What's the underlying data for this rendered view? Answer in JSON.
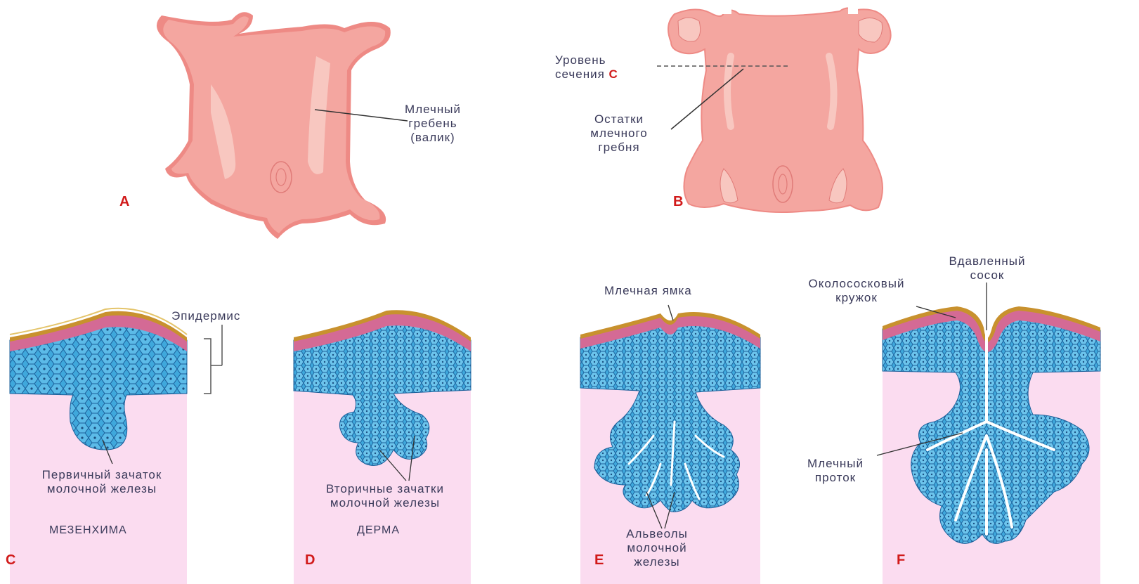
{
  "figure": {
    "panel_letters": {
      "a": "A",
      "b": "B",
      "c": "C",
      "d": "D",
      "e": "E",
      "f": "F",
      "level_c": "C"
    },
    "labels": {
      "milk_ridge": [
        "Млечный",
        "гребень",
        "(валик)"
      ],
      "section_level": [
        "Уровень",
        "сечения"
      ],
      "ridge_remnants": [
        "Остатки",
        "млечного",
        "гребня"
      ],
      "epidermis": "Эпидермис",
      "primary_bud": [
        "Первичный зачаток",
        "молочной железы"
      ],
      "mesenchyme": "МЕЗЕНХИМА",
      "secondary_buds": [
        "Вторичные зачатки",
        "молочной железы"
      ],
      "dermis": "ДЕРМА",
      "milk_pit": "Млечная ямка",
      "alveoli": [
        "Альвеолы",
        "молочной",
        "железы"
      ],
      "areola": [
        "Околососковый",
        "кружок"
      ],
      "inverted_nipple": [
        "Вдавленный",
        "сосок"
      ],
      "milk_duct": [
        "Млечный",
        "проток"
      ]
    },
    "colors": {
      "skin": "#f4a6a0",
      "skin_light": "#f8c7c0",
      "skin_edge": "#ee8a85",
      "dermis_bg": "#fbdcf0",
      "epithelium": "#3fa8dc",
      "cell_edge": "#1b5f9a",
      "basal_layer": "#d46a95",
      "surface": "#c8912e",
      "label_red": "#d11a1a"
    }
  }
}
